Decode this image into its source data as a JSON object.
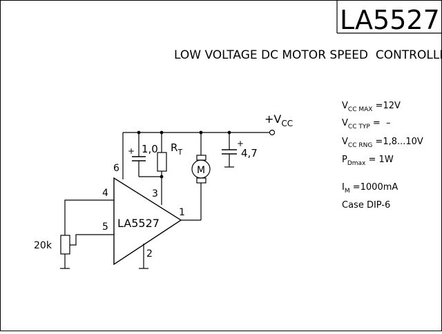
{
  "title_block": {
    "part_number": "LA5527"
  },
  "description": "LOW VOLTAGE DC MOTOR SPEED  CONTROLLER",
  "specs": {
    "vcc_max": {
      "sym": "V",
      "sub": "CC MAX",
      "val": " =12V"
    },
    "vcc_typ": {
      "sym": "V",
      "sub": "CC TYP",
      "val": " =  –"
    },
    "vcc_rng": {
      "sym": "V",
      "sub": "CC RNG",
      "val": " =1,8...10V"
    },
    "pd_max": {
      "sym": "P",
      "sub": "Dmax",
      "val": " = 1W"
    },
    "im": {
      "sym": "I",
      "sub": "M",
      "val": " =1000mA"
    },
    "case": "Case DIP-6"
  },
  "schematic": {
    "ic_label": "LA5527",
    "supply": {
      "prefix": "+V",
      "sub": "CC"
    },
    "cap1_label": "1,0",
    "cap2_label": "4,7",
    "resistor_label": {
      "sym": "R",
      "sub": "T"
    },
    "motor_label": "M",
    "pot_label": "20k",
    "pins": {
      "p1": "1",
      "p2": "2",
      "p3": "3",
      "p4": "4",
      "p5": "5",
      "p6": "6"
    },
    "plus_sign": "+"
  }
}
